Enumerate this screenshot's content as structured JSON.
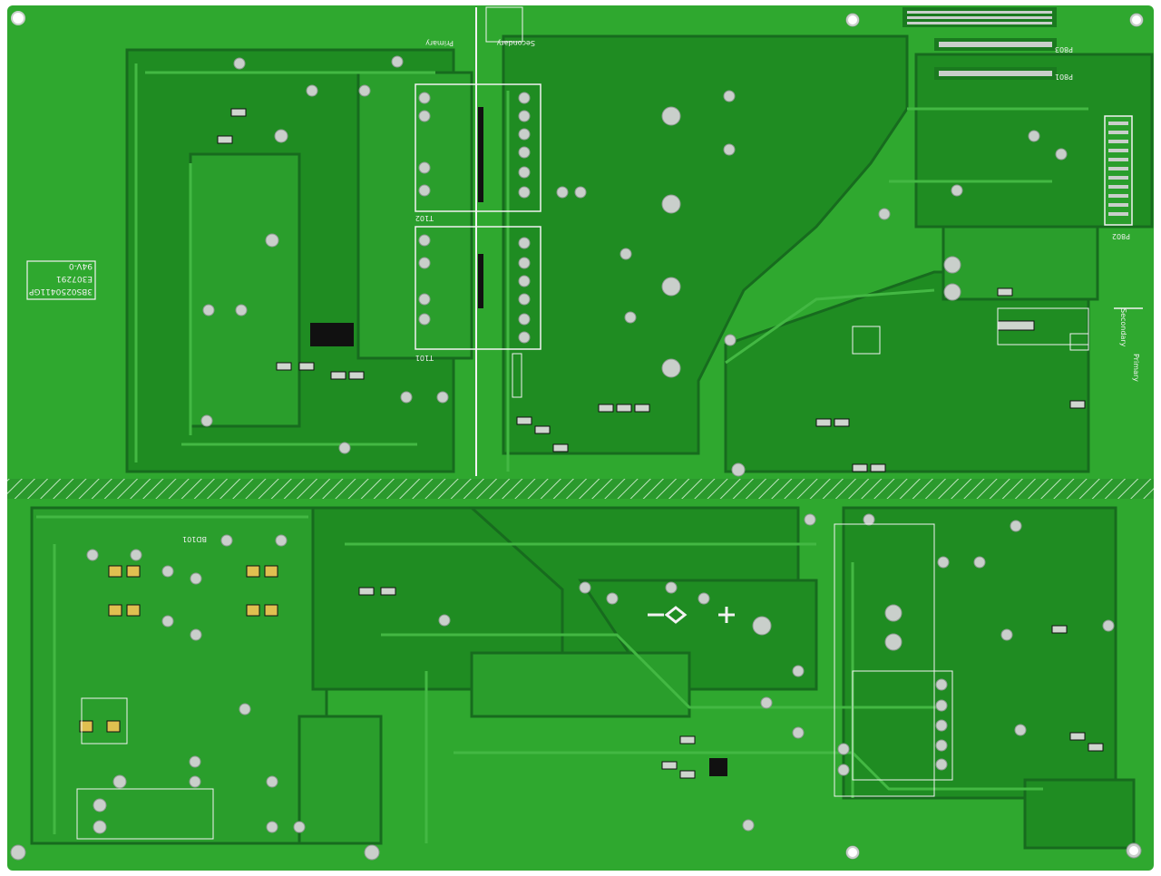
{
  "board": {
    "part_number": "3BS0250411GP",
    "date_code": "E307291",
    "flame_rating": "94V-0",
    "primary_label": "Primary",
    "secondary_label": "Secondary",
    "transformer_top_label": "T102",
    "transformer_bottom_label": "T101",
    "connector_labels": [
      "P801",
      "P802",
      "P803"
    ],
    "bridge_label": "BD101"
  },
  "colors": {
    "board_green": "#2fa82f",
    "copper_green": "#1f8c22",
    "dark_green": "#176b1e",
    "silkscreen": "#f2f2f2",
    "solder": "#c9cfcb"
  }
}
